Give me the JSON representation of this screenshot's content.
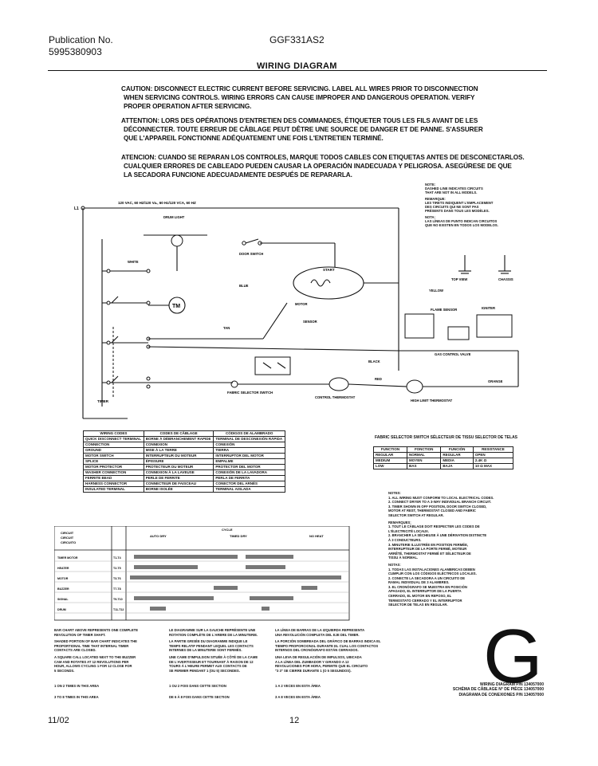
{
  "header": {
    "pub_label": "Publication No.",
    "pub_number": "5995380903",
    "model": "GGF331AS2",
    "title": "WIRING DIAGRAM"
  },
  "warnings": {
    "en": [
      "CAUTION: DISCONNECT ELECTRIC CURRENT BEFORE SERVICING. LABEL ALL WIRES PRIOR TO DISCONNECTION",
      "WHEN SERVICING CONTROLS. WIRING ERRORS CAN CAUSE IMPROPER AND DANGEROUS OPERATION. VERIFY",
      "PROPER OPERATION AFTER SERVICING."
    ],
    "fr": [
      "ATTENTION: LORS DES OPÉRATIONS D'ENTRETIEN DES COMMANDES, ÉTIQUETER TOUS LES FILS AVANT DE LES",
      "DÉCONNECTER. TOUTE ERREUR DE CÂBLAGE PEUT DÊTRE UNE SOURCE DE DANGER ET DE PANNE. S'ASSURER",
      "QUE L'APPAREIL FONCTIONNE ADÉQUATEMENT UNE FOIS L'ENTRETIEN TERMINÉ."
    ],
    "es": [
      "ATENCION: CUANDO SE REPARAN LOS CONTROLES, MARQUE TODOS CABLES CON ETIQUETAS ANTES DE DESCONECTARLOS.",
      "CUALQUIER ERRORES DE CABLEADO PUEDEN CAUSAR LA OPERACIÓN INADECUADA Y PELIGROSA. ASEGÚRESE DE QUE",
      "LA SECADORA FUNCIONE ADECUADAMENTE DESPUÉS DE REPARARLA."
    ]
  },
  "diagram": {
    "supply_label": "120 VAC, 60 HZ/120 Va., 60 Hz/120 VCA, 60 HZ",
    "top_note": [
      "NOTE:",
      "DASHED LINE INDICATES CIRCUITS",
      "THAT ARE NOT IN ALL MODELS.",
      "REMARQUE:",
      "LES TIRETS INDIQUENT L'EMPLACEMENT",
      "DES CIRCUITS QUI NE SONT PAS",
      "PRÉSENTS DANS TOUS LES MODÈLES.",
      "NOTA:",
      "LAS LÍNEAS DE PUNTO INDICAN CIRCUITOS",
      "QUE NO EXISTEN EN TODOS LOS MODELOS."
    ],
    "labels": {
      "drum_light": "DRUM LIGHT",
      "door_switch": "DOOR SWITCH",
      "start": "START",
      "white": "WHITE",
      "blue": "BLUE",
      "black": "BLACK",
      "red": "RED",
      "yellow": "YELLOW",
      "orange": "ORANGE",
      "tan": "TAN",
      "tm": "TM",
      "igniter": "IGNITER",
      "gas_valve": "GAS CONTROL VALVE",
      "fabric_selector": "FABRIC SELECTOR SWITCH",
      "control_thermostat": "CONTROL THERMOSTAT",
      "high_limit": "HIGH LIMIT THERMOSTAT",
      "timer": "TIMER",
      "top_view": "TOP VIEW",
      "chassis": "CHASSIS",
      "sensor": "SENSOR",
      "flame_sensor": "FLAME SENSOR",
      "motor": "MOTOR"
    }
  },
  "wiring_codes": {
    "headers": [
      "WIRING CODES",
      "CODES DE CÂBLAGE",
      "CÓDIGOS DE ALAMBRADO"
    ],
    "rows": [
      [
        "QUICK DISCONNECT TERMINAL",
        "BORNE À DÉBRANCHEMENT RAPIDE",
        "TERMINAL DE DESCONEXIÓN RÁPIDA"
      ],
      [
        "CONNECTION",
        "CONNEXION",
        "CONEXIÓN"
      ],
      [
        "GROUND",
        "MISE À LA TERRE",
        "TIERRA"
      ],
      [
        "MOTOR SWITCH",
        "INTERRUPTEUR DU MOTEUR",
        "INTERRUPTOR DEL MOTOR"
      ],
      [
        "SPLICE",
        "ÉPISSURE",
        "EMPALME"
      ],
      [
        "MOTOR PROTECTOR",
        "PROTECTEUR DU MOTEUR",
        "PROTECTOR DEL MOTOR"
      ],
      [
        "WASHER CONNECTION",
        "CONNEXION À LA LAVEUSE",
        "CONEXIÓN DE LA LAVADORA"
      ],
      [
        "FERRITE BEAD",
        "PERLE DE FERRITE",
        "PERLA DE FERRITA"
      ],
      [
        "HARNESS CONNECTOR",
        "CONNECTEUR DE FAISCEAU",
        "CONECTOR DEL ARNÉS"
      ],
      [
        "INSULATED TERMINAL",
        "BORNE ISOLÉE",
        "TERMINAL AISLADA"
      ]
    ]
  },
  "fabric_table": {
    "title": [
      "FABRIC SELECTOR SWITCH",
      "SÉLECTEUR DE TISSU",
      "SELECTOR DE TELAS"
    ],
    "headers": [
      "FUNCTION",
      "FONCTION",
      "FUNCIÓN",
      "RESISTANCE"
    ],
    "rows": [
      [
        "REGULAR",
        "NORMAL",
        "REGULAR",
        "OPEN"
      ],
      [
        "MEDIUM",
        "MOYEN",
        "MEDIA",
        "2.4K Ω"
      ],
      [
        "LOW",
        "BAS",
        "BAJA",
        "10 Ω MAX"
      ]
    ]
  },
  "notes_right": [
    "NOTES:",
    "1. ALL WIRING MUST CONFORM TO LOCAL ELECTRICAL CODES.",
    "2. CONNECT DRYER TO A 3-WAY INDIVIDUAL BRANCH CIRCUIT.",
    "3. TIMER SHOWN IN OFF POSITION, DOOR SWITCH CLOSED,",
    "MOTOR AT REST, THERMOSTAT CLOSED AND FABRIC",
    "SELECTOR SWITCH AT REGULAR.",
    "REMARQUES:",
    "1. TOUT LE CÂBLAGE DOIT RESPECTER LES CODES DE",
    "L'ÉLECTRICITÉ LOCAUX.",
    "2. BRANCHER LA SÉCHEUSE À UNE DÉRIVATION DISTINCTE",
    "À 3 CONDUCTEURS.",
    "3. MINUTERIE ILLUSTRÉE EN POSITION FERMÉE,",
    "INTERRUPTEUR DE LA PORTE FERMÉ, MOTEUR",
    "ARRÊTÉ, THERMOSTAT FERMÉ ET SÉLECTEUR DE",
    "TISSU À NORMAL.",
    "NOTAS:",
    "1. TODAS LAS INSTALACIONES ALAMBRICAS DEBEN",
    "CUMPLIR CON LOS CÓDIGOS ELÉCTRICOS LOCALES.",
    "2. CONECTE LA SECADORA A UN CIRCUITO DE",
    "RAMAL INDIVIDUAL DE 3 ALAMBRES.",
    "3. EL CRONÓGRAFO SE MUESTRA EN POSICIÓN",
    "APAGADO, EL INTERRUPTOR DE LA PUERTA",
    "CERRADO, EL MOTOR EN REPOSO, EL",
    "TERMOSTATO CERRADO Y EL INTERRUPTOR",
    "SELECTOR DE TELAS EN REGULAR."
  ],
  "bar_chart": {
    "left_labels": [
      "CIRCUIT",
      "CIRCUIT",
      "CIRCUITO",
      "TIMER MOTOR",
      "HEATER",
      "MOTOR",
      "BUZZER",
      "SIGNAL",
      "DRUM"
    ],
    "codes": [
      "T1-T4",
      "T2-T5",
      "T3-T6",
      "T7-T8",
      "T9-T10",
      "T11-T12"
    ],
    "top_labels": [
      "CYCLE",
      "AUTO DRY",
      "TIMED DRY",
      "NO HEAT"
    ]
  },
  "bottom_notes": {
    "col1": [
      "BAR CHART ABOVE REPRESENTS ONE COMPLETE",
      "REVOLUTION OF TIMER SHAFT.",
      "SHADED PORTION OF BAR CHART INDICATES THE",
      "PROPORTIONAL TIME THAT INTERNAL TIMER",
      "CONTACTS ARE CLOSED.",
      "A SQUARE CALL LOCATED NEXT TO THE BUZZER",
      "CAM AND ROTATES AT 12 REVOLUTIONS PER",
      "HOUR, ALLOWS CYCLING 1 FOR 12 CLOSE FOR",
      "5 SECONDS.",
      "1 ON 2 TIMES IN THIS AREA",
      "3 TO 8 TIMES IN THIS AREA"
    ],
    "col2": [
      "LE DIAGRAMME SUR LA GAUCHE REPRÉSENTE UNE",
      "ROTATION COMPLÈTE DE L'ARBRE DE LA MINUTERIE.",
      "LA PARTIE GRISÉE DU DIAGRAMME INDIQUE LE",
      "TEMPS RELATIF PENDANT LEQUEL LES CONTACTS",
      "INTERNES DE LA MINUTERIE SONT FERMÉS.",
      "UNE CAME D'IMPULSION SITUÉE À CÔTÉ DE LA CAME",
      "DE L'AVERTISSEUR ET TOURNANT À RAISON DE 12",
      "TOURS À L'HEURE PERMET AUX CONTACTS DE",
      "SE FERMER PENDANT 1 (OU 5) SECONDES.",
      "1 OU 2 FOIS DANS CETTE SECTION",
      "DE 6 À 8 FOIS DANS CETTE SECTION"
    ],
    "col3": [
      "LA LÍNEA DE BARRAS DE LA IZQUIERDA REPRESENTA",
      "UNA REVOLUCIÓN COMPLETA DEL EJE DEL TIMER.",
      "LA PORCIÓN SOMBREADA DEL GRÁFICO DE BARRAS INDICA EL",
      "TIEMPO PROPORCIONAL DURANTE EL CUAL LOS CONTACTOS",
      "INTERNOS DEL CRONÓGRAFO ESTÁN CERRADOS.",
      "UNA LEVA DE REGULACIÓN DE IMPULSOS, UBICADA",
      "A LA LÍNEA DEL ZUMBADOR Y GIRANDO A 12",
      "REVOLUCIONES POR HORA, PERMITE QUE EL CIRCUITO",
      "\"3 3\" SE CIERRE DURANTE 1 (O 5 SEGUNDOS).",
      "1 A 2 VECES EN ESTA ÁREA",
      "3 A 8 VECES EN ESTA ÁREA"
    ]
  },
  "big_letter": "G",
  "diagram_pn": [
    "WIRING DIAGRAM P/N 134057000",
    "SCHÉMA DE CÂBLAGE N° DE PIÈCE 134057000",
    "DIAGRAMA DE CONEXIONES P/N 134057000"
  ],
  "footer": {
    "date": "11/02",
    "page": "12"
  }
}
